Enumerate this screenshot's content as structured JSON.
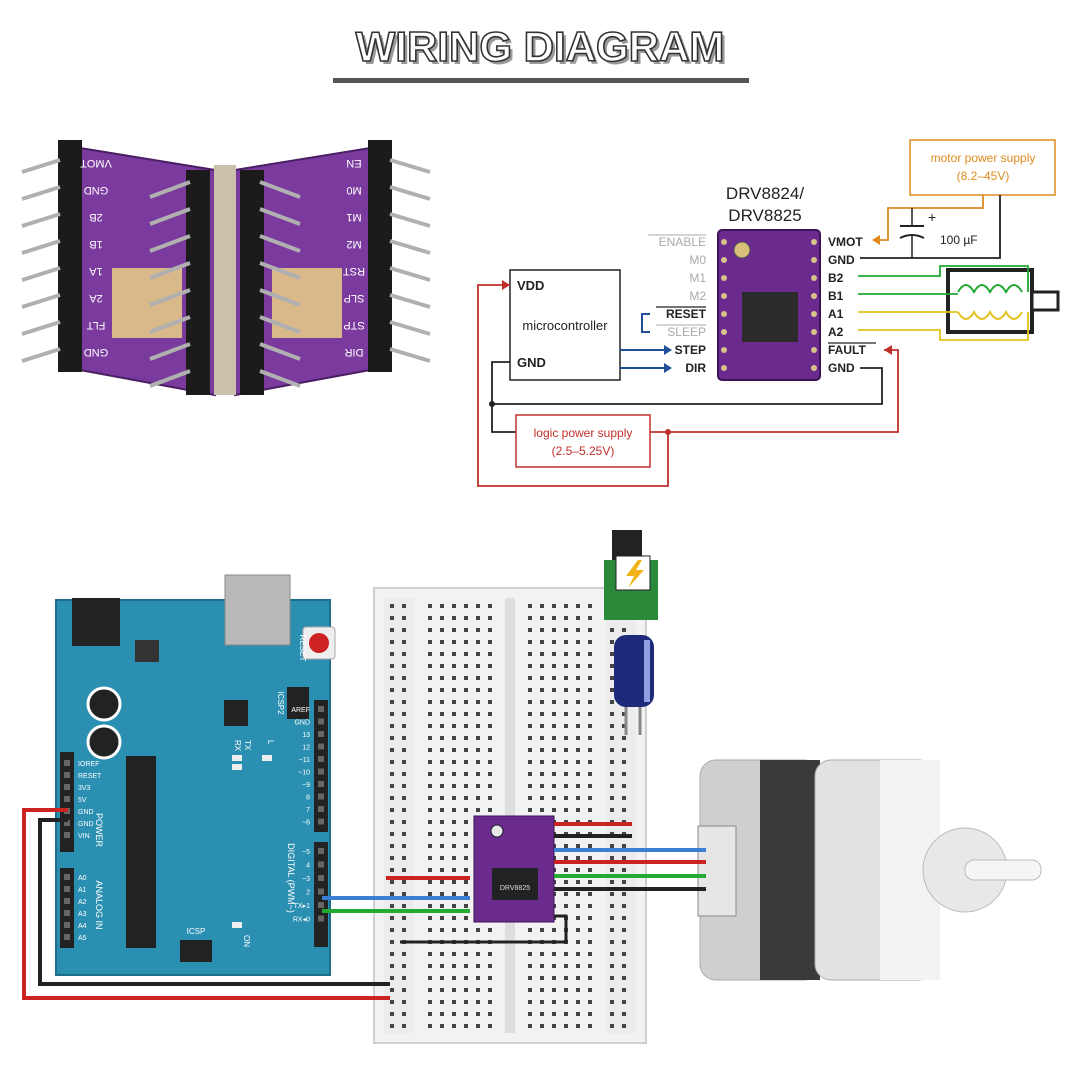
{
  "title": "WIRING DIAGRAM",
  "schematic": {
    "chip_name_line1": "DRV8824/",
    "chip_name_line2": "DRV8825",
    "left_pins": [
      "ENABLE",
      "M0",
      "M1",
      "M2",
      "RESET",
      "SLEEP",
      "STEP",
      "DIR"
    ],
    "right_pins": [
      "VMOT",
      "GND",
      "B2",
      "B1",
      "A1",
      "A2",
      "FAULT",
      "GND"
    ],
    "mcu_label": "microcontroller",
    "mcu_vdd": "VDD",
    "mcu_gnd": "GND",
    "motor_supply_line1": "motor power supply",
    "motor_supply_line2": "(8.2–45V)",
    "logic_supply_line1": "logic power supply",
    "logic_supply_line2": "(2.5–5.25V)",
    "capacitor_label": "100 µF",
    "capacitor_plus": "+"
  },
  "module_photo": {
    "left_board_labels": [
      "VMOT",
      "GND",
      "2B",
      "1B",
      "1A",
      "2A",
      "FLT",
      "GND"
    ],
    "right_board_labels": [
      "EN",
      "M0",
      "M1",
      "M2",
      "RST",
      "SLP",
      "STP",
      "DIR"
    ]
  },
  "arduino": {
    "power_pins": [
      "IOREF",
      "RESET",
      "3V3",
      "5V",
      "GND",
      "GND",
      "VIN"
    ],
    "analog_pins": [
      "A0",
      "A1",
      "A2",
      "A3",
      "A4",
      "A5"
    ],
    "digital_pins": [
      "AREF",
      "GND",
      "13",
      "12",
      "~11",
      "~10",
      "~9",
      "8",
      "7",
      "~6",
      "~5",
      "4",
      "~3",
      "2",
      "TX▸1",
      "RX◂0"
    ],
    "label_power": "POWER",
    "label_analog": "ANALOG IN",
    "label_digital": "DIGITAL (PWM~)",
    "label_icsp": "ICSP",
    "label_icsp2": "ICSP2",
    "label_reset": "RESET",
    "label_on": "ON",
    "label_tx": "TX",
    "label_rx": "RX",
    "label_l": "L"
  },
  "breadboard_module_label": "DRV8825",
  "colors": {
    "purple": "#6a2a8e",
    "arduino_blue": "#2a8fb0",
    "red_wire": "#cc2222",
    "blue_wire": "#3a7fd4",
    "green_wire": "#22aa33",
    "black_wire": "#222222",
    "orange": "#e08a1e",
    "yellow_wire": "#e2c21a",
    "dark_red": "#c0302a",
    "navy": "#1f4e9a"
  }
}
